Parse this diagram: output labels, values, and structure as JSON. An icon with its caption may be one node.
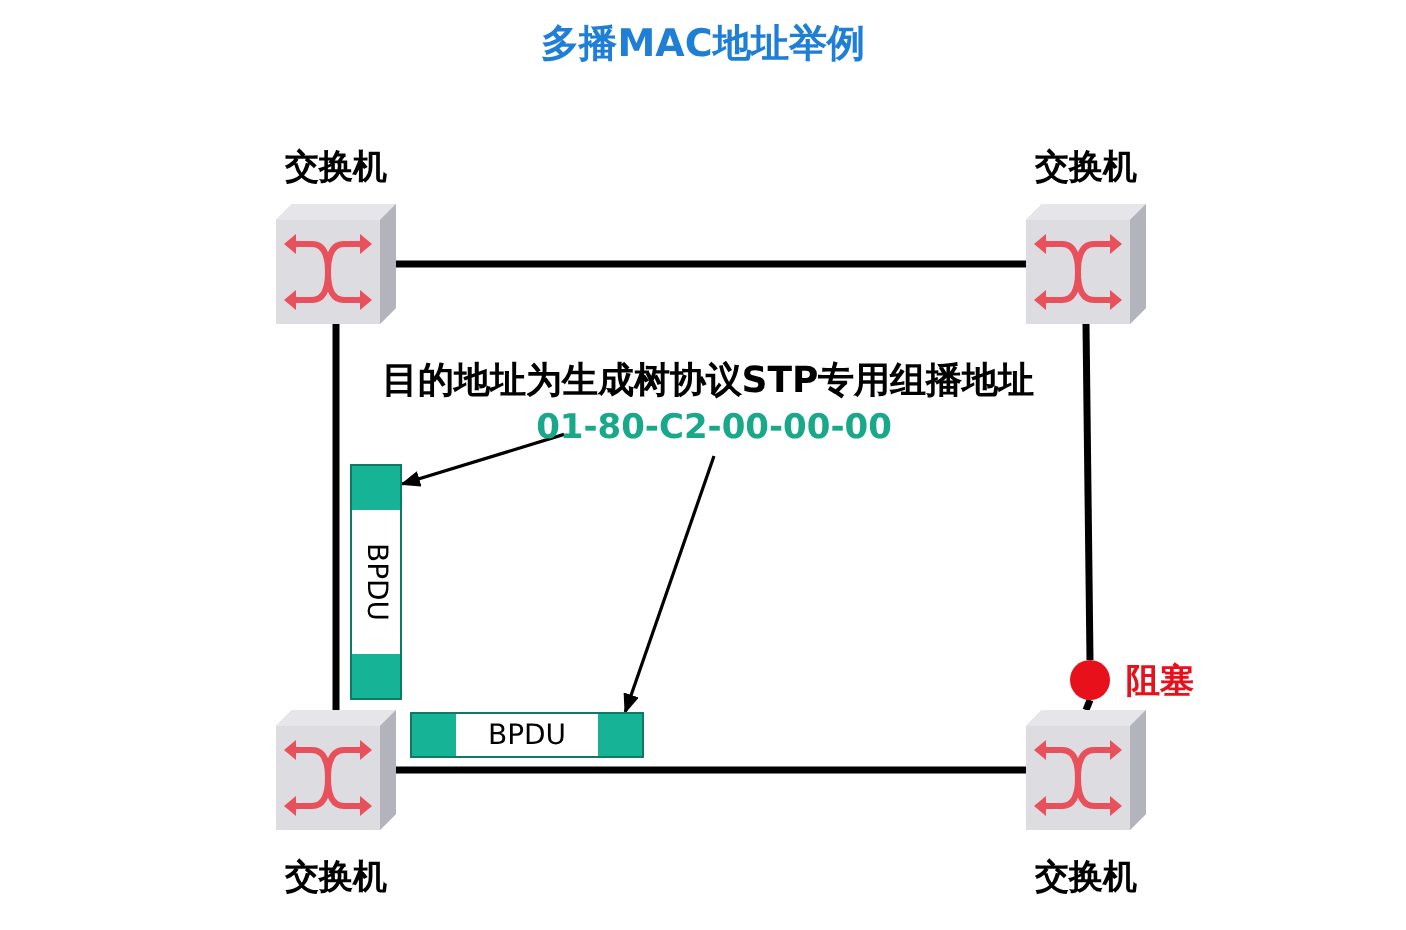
{
  "diagram": {
    "title": "多播MAC地址举例",
    "nodes": [
      {
        "text": [
          "交换机"
        ]
      },
      {
        "text": [
          "交换机"
        ]
      },
      {
        "text": [
          "交换机"
        ]
      },
      {
        "text": [
          "交换机"
        ]
      },
      {
        "text": [
          "01-80-C2-00-00-00"
        ]
      },
      {
        "text": [
          "BPDU"
        ]
      },
      {
        "text": [
          "BPDU"
        ]
      },
      {
        "text": [],
        "shape": "circle",
        "beside": [
          "阻塞"
        ]
      }
    ],
    "edges": [
      {
        "from": 0,
        "to": 1,
        "arrow": "none"
      },
      {
        "from": 0,
        "to": 2,
        "arrow": "none"
      },
      {
        "from": 2,
        "to": 3,
        "arrow": "none"
      },
      {
        "from": 1,
        "to": 7,
        "arrow": "none"
      },
      {
        "from": 7,
        "to": 3,
        "arrow": "none"
      },
      {
        "from": 4,
        "to": 5,
        "arrow": "to"
      },
      {
        "from": 4,
        "to": 6,
        "arrow": "to"
      }
    ],
    "labels": [
      "目的地址为生成树协议STP专用组播地址"
    ]
  }
}
